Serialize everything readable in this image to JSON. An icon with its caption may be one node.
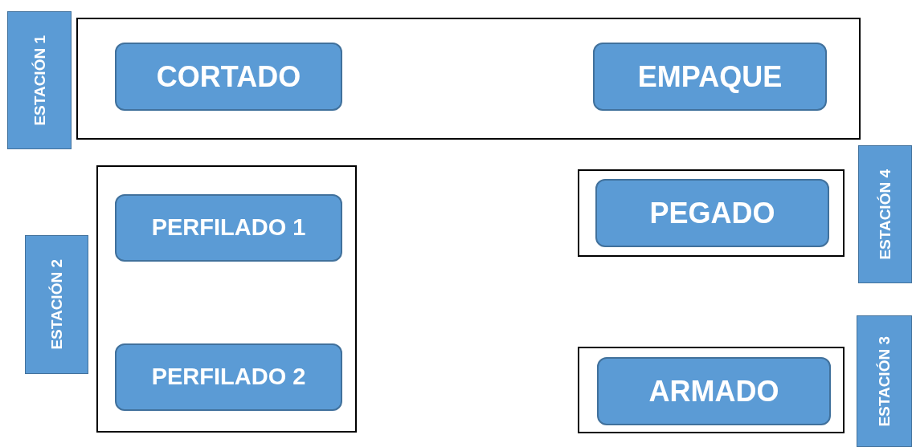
{
  "diagram": {
    "nodes": [
      {
        "text": [
          "ESTACIÓN 1"
        ]
      },
      {
        "text": [],
        "shape": "box"
      },
      {
        "text": [
          "CORTADO"
        ],
        "in": 1
      },
      {
        "text": [
          "EMPAQUE"
        ],
        "in": 1
      },
      {
        "text": [],
        "shape": "box"
      },
      {
        "text": [
          "PERFILADO 1"
        ],
        "in": 4
      },
      {
        "text": [
          "PERFILADO 2"
        ],
        "in": 4
      },
      {
        "text": [
          "ESTACIÓN 2"
        ]
      },
      {
        "text": [],
        "shape": "box"
      },
      {
        "text": [
          "PEGADO"
        ],
        "in": 8
      },
      {
        "text": [
          "ESTACIÓN 4"
        ]
      },
      {
        "text": [],
        "shape": "box"
      },
      {
        "text": [
          "ARMADO"
        ],
        "in": 11
      },
      {
        "text": [
          "ESTACIÓN 3"
        ]
      }
    ]
  }
}
